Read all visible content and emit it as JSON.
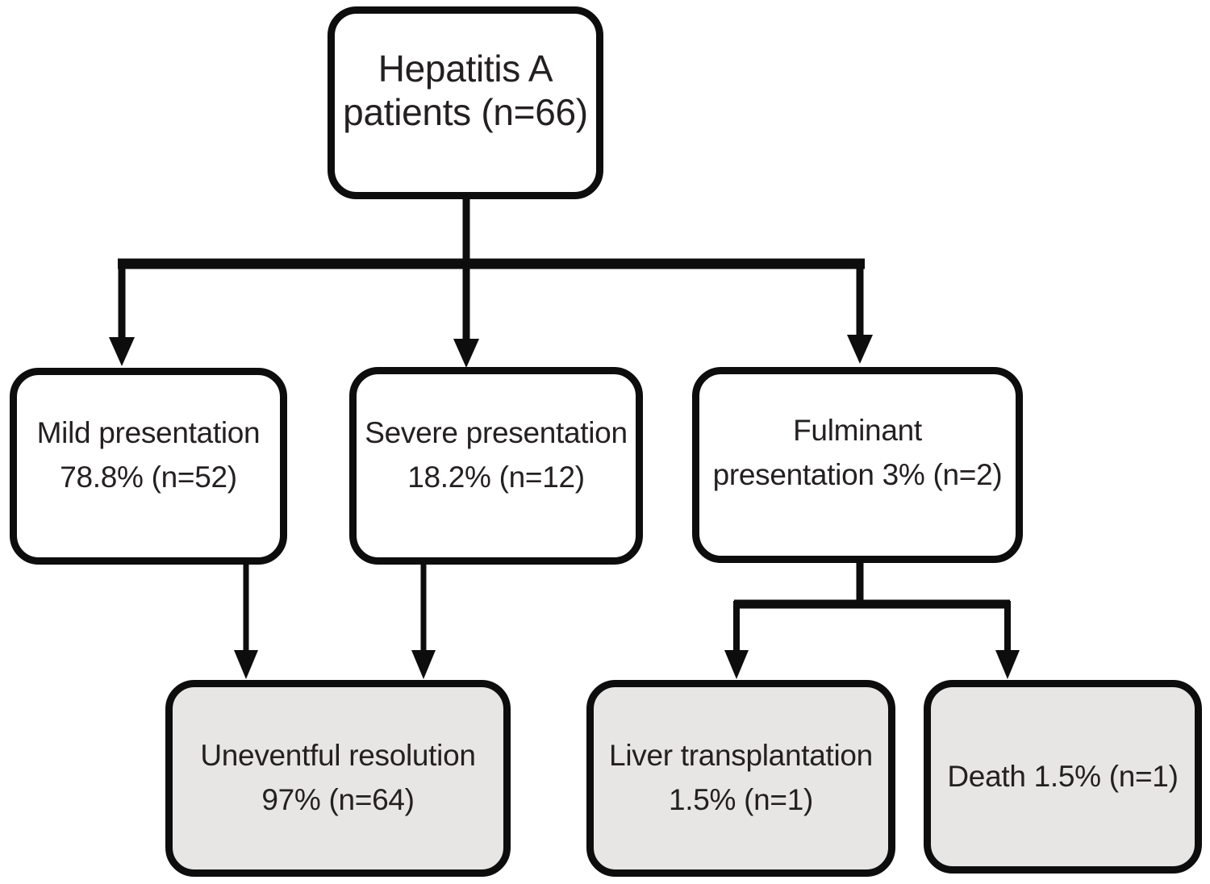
{
  "diagram": {
    "type": "flowchart",
    "background": "#ffffff",
    "line_color": "#0d0d0d",
    "box_fill_white": "#ffffff",
    "box_fill_gray": "#e7e6e5",
    "text_color": "#242021",
    "nodes": {
      "root": {
        "line1": "Hepatitis A",
        "line2": "patients (n=66)",
        "fill": "#ffffff"
      },
      "mild": {
        "line1": "Mild presentation",
        "line2": "78.8% (n=52)",
        "fill": "#ffffff"
      },
      "severe": {
        "line1": "Severe presentation",
        "line2": "18.2% (n=12)",
        "fill": "#ffffff"
      },
      "fulminant": {
        "line1": "Fulminant",
        "line2": "presentation 3% (n=2)",
        "fill": "#ffffff"
      },
      "resolution": {
        "line1": "Uneventful resolution",
        "line2": "97% (n=64)",
        "fill": "#e7e6e5"
      },
      "transplant": {
        "line1": "Liver transplantation",
        "line2": "1.5% (n=1)",
        "fill": "#e7e6e5"
      },
      "death": {
        "line1": "Death 1.5% (n=1)",
        "fill": "#e7e6e5"
      }
    },
    "edges": [
      {
        "from": "root",
        "to": "mild"
      },
      {
        "from": "root",
        "to": "severe"
      },
      {
        "from": "root",
        "to": "fulminant"
      },
      {
        "from": "mild",
        "to": "resolution"
      },
      {
        "from": "severe",
        "to": "resolution"
      },
      {
        "from": "fulminant",
        "to": "transplant"
      },
      {
        "from": "fulminant",
        "to": "death"
      }
    ]
  }
}
